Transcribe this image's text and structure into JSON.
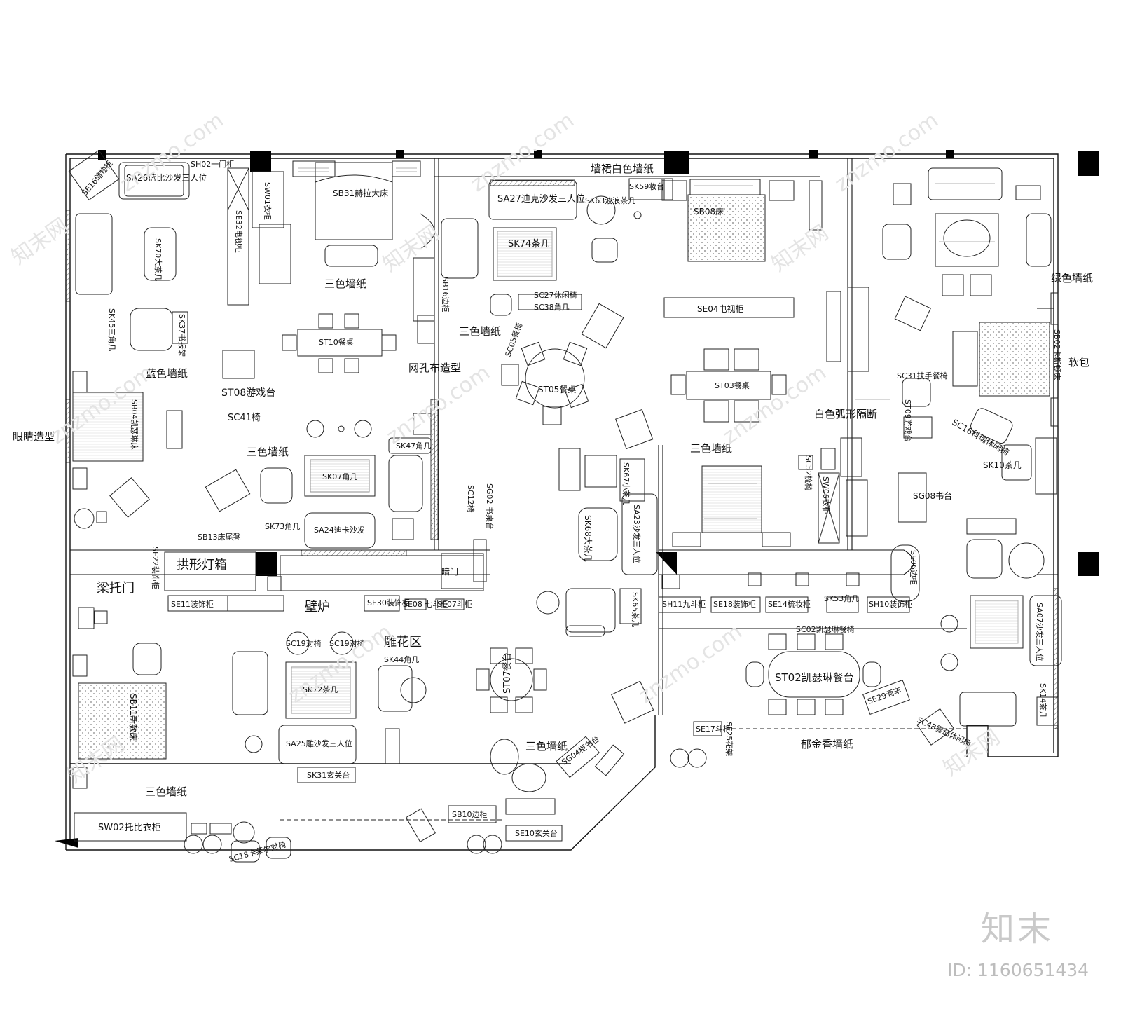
{
  "rooms": {
    "blue_wallpaper": "蓝色墙纸",
    "eye_shape": "眼睛造型",
    "tricolor_wallpaper": "三色墙纸",
    "mesh_fabric": "网孔布造型",
    "wainscot_white": "墙裙白色墙纸",
    "green_wallpaper": "绿色墙纸",
    "soft_pack": "软包",
    "white_arc_partition": "白色弧形隔断",
    "arch_lightbox": "拱形灯箱",
    "beam_door": "梁托门",
    "fireplace": "壁炉",
    "carving_area": "雕花区",
    "tulip_wallpaper": "郁金香墙纸",
    "hidden_door": "暗门"
  },
  "furniture": {
    "sa26_sofa3": "SA26蓝比沙发三人位",
    "sk70": "SK70大茶几",
    "st08": "ST08游戏台",
    "sc41": "SC41椅",
    "sb31": "SB31赫拉大床",
    "sa27": "SA27迪克沙发三人位",
    "sk74": "SK74茶几",
    "sk63": "SK63波浪茶几",
    "sk59": "SK59妆台",
    "st05": "ST05餐桌",
    "sc05": "SC05餐椅",
    "st10": "ST10餐桌",
    "sk07": "SK07角几",
    "sa24": "SA24迪卡沙发",
    "sk73": "SK73角几",
    "sb13": "SB13床尾凳",
    "sk68": "SK68大茶几",
    "sa23": "SA23沙发三人位",
    "sk67": "SK67小茶几",
    "sb08": "SB08床",
    "se04": "SE04电视柜",
    "st03": "ST03餐桌",
    "sb02": "SB02卡斯顿床",
    "st09": "ST09游戏台",
    "sc16": "SC16科瑞休闲椅",
    "sk10": "SK10茶几",
    "sg08": "SG08书台",
    "sb11": "SB11新款床",
    "sc19a": "SC19对椅",
    "sc19b": "SC19对椅",
    "sk72": "SK72茶几",
    "sk44": "SK44角几",
    "sa25": "SA25雕沙发三人位",
    "sk31": "SK31玄关台",
    "st07": "ST07餐台",
    "sg04": "SG04柜书台",
    "st02": "ST02凯瑟琳餐台",
    "se29": "SE29酒车",
    "sw02": "SW02托比衣柜",
    "sb10": "SB10边柜",
    "se10": "SE10玄关台",
    "sc18": "SC18卡莱尔对椅",
    "sh11": "SH11九斗柜",
    "se18": "SE18装饰柜",
    "se14": "SE14梳妆柜",
    "sk53": "SK53角几",
    "sh10": "SH10装饰柜",
    "se30": "SE30装饰柜",
    "se08": "SE08 七斗柜",
    "se07": "SE07斗柜",
    "se22": "SE22装饰柜",
    "se11": "SE11装饰柜",
    "sw01": "SW01衣柜",
    "se32": "SE32电视柜",
    "sh02": "SH02一门柜",
    "se16": "SE16储物柜",
    "sk45": "SK45三角几",
    "sk37": "SK37书报架",
    "sb04": "SB04凯瑟琳床",
    "se06": "SE06边柜",
    "sw06": "SW06衣柜",
    "sc52": "SC52梳椅",
    "sc02": "SC02凯瑟琳餐椅",
    "se17": "SE17斗柜",
    "sf25": "SF25花架",
    "sc48": "SC48雪茄休闲椅",
    "sa07": "SA07沙发三人位",
    "sk14": "SK14茶几",
    "sg02": "SG02 书桌台",
    "sc12": "SC12椅",
    "sk47": "SK47角几",
    "sc27": "SC27休闲椅",
    "sc38": "SC38角几",
    "sb16": "SB16边柜",
    "sk65": "SK65茶几",
    "sc31": "SC31扶手餐椅"
  },
  "watermark": "znzmo.com",
  "watermark_cn": "知末网",
  "brand": "知末",
  "image_id": "ID: 1160651434"
}
